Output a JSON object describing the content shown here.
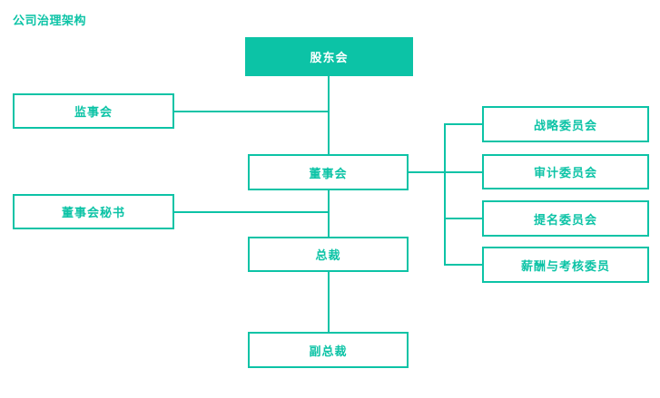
{
  "page": {
    "title": "公司治理架构"
  },
  "colors": {
    "accent": "#0cc3a6",
    "background": "#ffffff",
    "filled_node_text": "#ffffff"
  },
  "diagram": {
    "type": "org-chart",
    "nodes": {
      "shareholders_meeting": {
        "label": "股东会",
        "style": "filled"
      },
      "supervisory_board": {
        "label": "监事会",
        "style": "outline"
      },
      "board_of_directors": {
        "label": "董事会",
        "style": "outline"
      },
      "board_secretary": {
        "label": "董事会秘书",
        "style": "outline"
      },
      "president": {
        "label": "总裁",
        "style": "outline"
      },
      "vice_president": {
        "label": "副总裁",
        "style": "outline"
      },
      "strategy_committee": {
        "label": "战略委员会",
        "style": "outline"
      },
      "audit_committee": {
        "label": "审计委员会",
        "style": "outline"
      },
      "nomination_committee": {
        "label": "提名委员会",
        "style": "outline"
      },
      "remuneration_committee": {
        "label": "薪酬与考核委员",
        "style": "outline"
      }
    },
    "edges": [
      [
        "shareholders_meeting",
        "board_of_directors"
      ],
      [
        "supervisory_board",
        "shareholders_meeting"
      ],
      [
        "board_of_directors",
        "president"
      ],
      [
        "board_secretary",
        "board_of_directors"
      ],
      [
        "president",
        "vice_president"
      ],
      [
        "board_of_directors",
        "strategy_committee"
      ],
      [
        "board_of_directors",
        "audit_committee"
      ],
      [
        "board_of_directors",
        "nomination_committee"
      ],
      [
        "board_of_directors",
        "remuneration_committee"
      ]
    ]
  }
}
